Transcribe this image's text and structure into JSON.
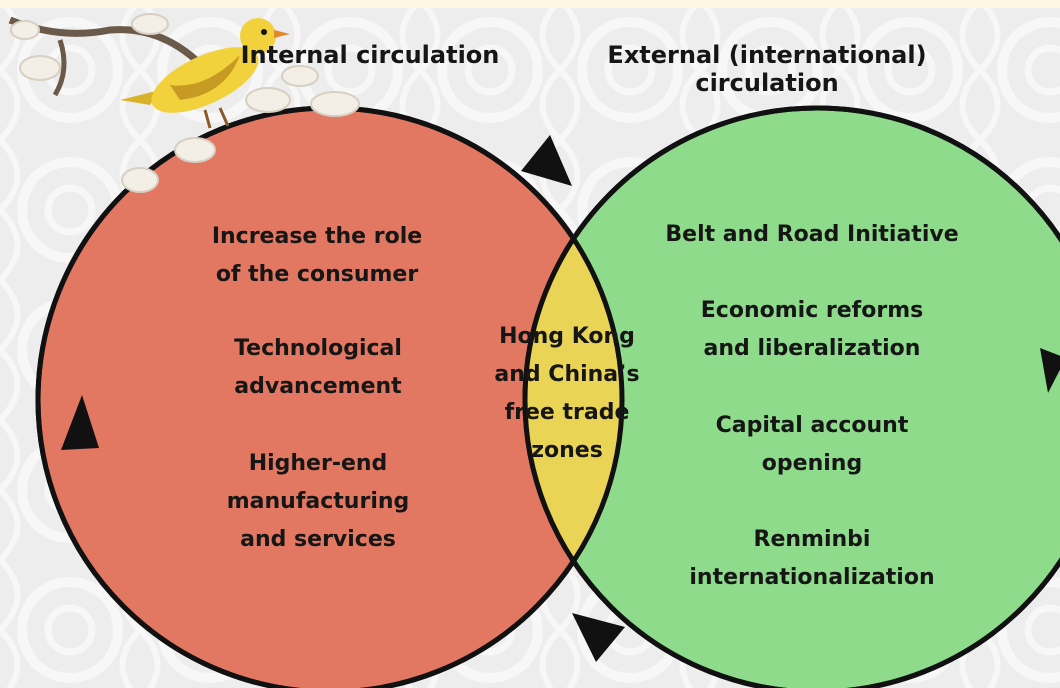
{
  "colors": {
    "background": "#ededed",
    "internal_fill": "#e37862",
    "external_fill": "#8ddb8b",
    "overlap_fill": "#ead456",
    "outline": "#111111"
  },
  "internal": {
    "heading": "Internal circulation",
    "items": [
      [
        "Increase the role",
        "of the consumer"
      ],
      [
        "Technological",
        "advancement"
      ],
      [
        "Higher-end",
        "manufacturing",
        "and services"
      ]
    ]
  },
  "external": {
    "heading": [
      "External (international)",
      "circulation"
    ],
    "items": [
      [
        "Belt and Road Initiative"
      ],
      [
        "Economic reforms",
        "and liberalization"
      ],
      [
        "Capital account",
        "opening"
      ],
      [
        "Renminbi",
        "internationalization"
      ]
    ]
  },
  "overlap": {
    "lines": [
      "Hong Kong",
      "and China’s",
      "free trade",
      "zones"
    ]
  },
  "decoration": [
    "yellow-bird-icon",
    "magnolia-branch-icon",
    "floral-pattern-background"
  ]
}
